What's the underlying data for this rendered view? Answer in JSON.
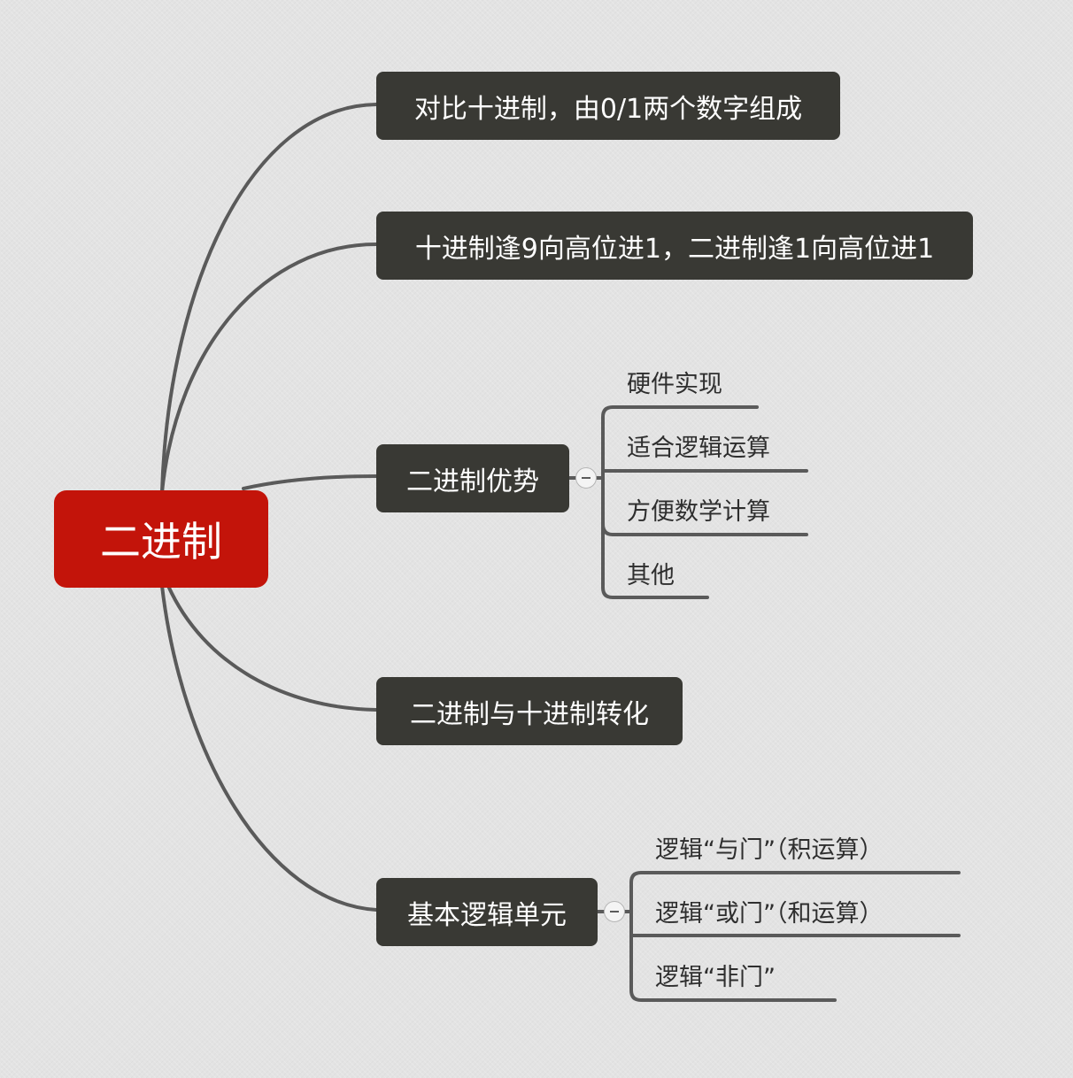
{
  "mindmap": {
    "root": {
      "label": "二进制",
      "color": "#c3140a"
    },
    "topic_color": "#393934",
    "line_color": "#5a5a5a",
    "topics": [
      {
        "label": "对比十进制，由0/1两个数字组成",
        "children": []
      },
      {
        "label": "十进制逢9向高位进1，二进制逢1向高位进1",
        "children": []
      },
      {
        "label": "二进制优势",
        "collapse_icon": "minus-circle-icon",
        "children": [
          "硬件实现",
          "适合逻辑运算",
          "方便数学计算",
          "其他"
        ]
      },
      {
        "label": "二进制与十进制转化",
        "children": []
      },
      {
        "label": "基本逻辑单元",
        "collapse_icon": "minus-circle-icon",
        "children": [
          "逻辑“与门”（积运算）",
          "逻辑“或门”（和运算）",
          "逻辑“非门”"
        ]
      }
    ]
  }
}
